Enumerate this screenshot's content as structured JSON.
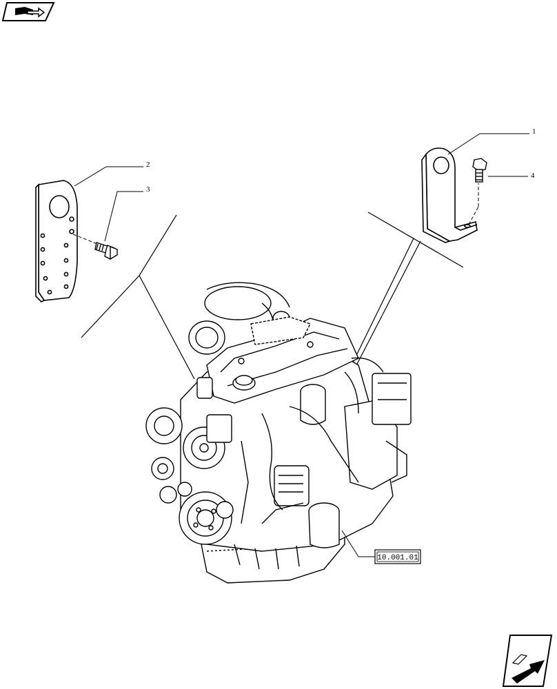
{
  "callouts": [
    {
      "label": "1"
    },
    {
      "label": "2"
    },
    {
      "label": "3"
    },
    {
      "label": "4"
    }
  ],
  "reference_box": {
    "label": "10.001.01"
  },
  "icons": {
    "top_left": "book-arrow-icon",
    "bottom_right": "next-page-arrow-icon"
  }
}
